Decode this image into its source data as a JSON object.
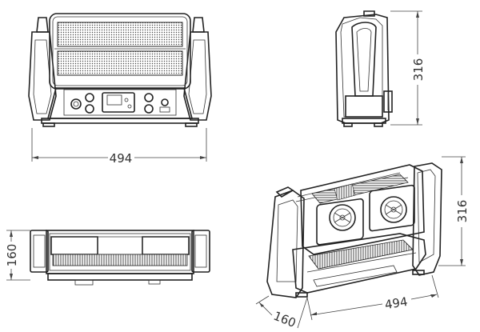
{
  "drawing": {
    "front_view": {
      "width_label": "494"
    },
    "side_view": {
      "height_label": "316"
    },
    "top_view": {
      "depth_label": "160"
    },
    "iso_view": {
      "width_label": "494",
      "depth_label": "160",
      "height_label": "316"
    }
  }
}
